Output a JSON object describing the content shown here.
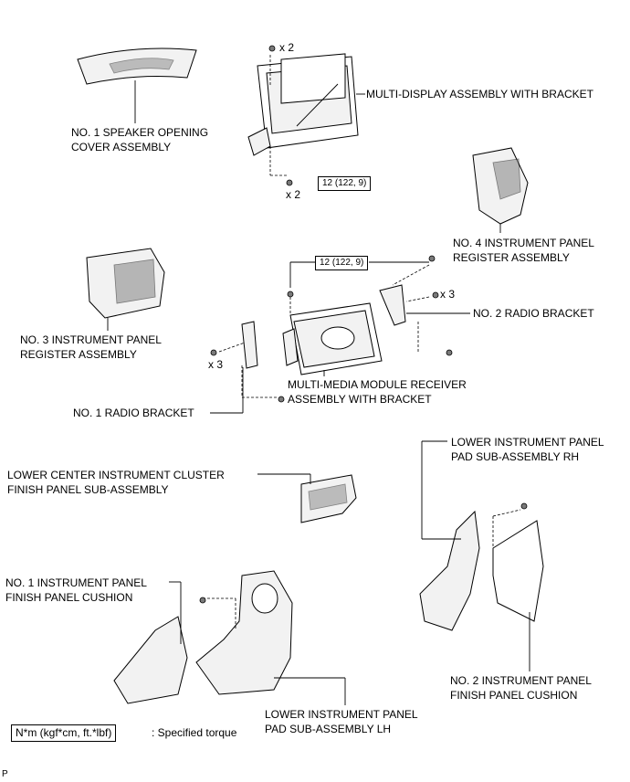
{
  "labels": {
    "speaker_cover": [
      "NO. 1 SPEAKER OPENING",
      "COVER ASSEMBLY"
    ],
    "multi_display": [
      "MULTI-DISPLAY ASSEMBLY WITH BRACKET"
    ],
    "no4_register": [
      "NO. 4 INSTRUMENT PANEL",
      "REGISTER ASSEMBLY"
    ],
    "no3_register": [
      "NO. 3 INSTRUMENT PANEL",
      "REGISTER ASSEMBLY"
    ],
    "no2_radio_bracket": [
      "NO. 2 RADIO BRACKET"
    ],
    "multimedia_receiver": [
      "MULTI-MEDIA MODULE RECEIVER",
      "ASSEMBLY WITH BRACKET"
    ],
    "no1_radio_bracket": [
      "NO. 1 RADIO BRACKET"
    ],
    "lower_center_cluster": [
      "LOWER CENTER INSTRUMENT CLUSTER",
      "FINISH PANEL SUB-ASSEMBLY"
    ],
    "lower_pad_rh": [
      "LOWER INSTRUMENT PANEL",
      "PAD SUB-ASSEMBLY RH"
    ],
    "no1_finish_cushion": [
      "NO. 1 INSTRUMENT PANEL",
      "FINISH PANEL CUSHION"
    ],
    "lower_pad_lh": [
      "LOWER INSTRUMENT PANEL",
      "PAD SUB-ASSEMBLY LH"
    ],
    "no2_finish_cushion": [
      "NO. 2 INSTRUMENT PANEL",
      "FINISH PANEL CUSHION"
    ]
  },
  "quantities": {
    "display_top": "x 2",
    "display_bottom": "x 2",
    "bracket_right": "x 3",
    "bracket_left": "x 3"
  },
  "torque": {
    "display_screws": "12 (122, 9)",
    "receiver_screws": "12 (122, 9)"
  },
  "legend": {
    "box_text": "N*m (kgf*cm, ft.*lbf)",
    "description": ": Specified torque"
  },
  "corner_mark": "P"
}
